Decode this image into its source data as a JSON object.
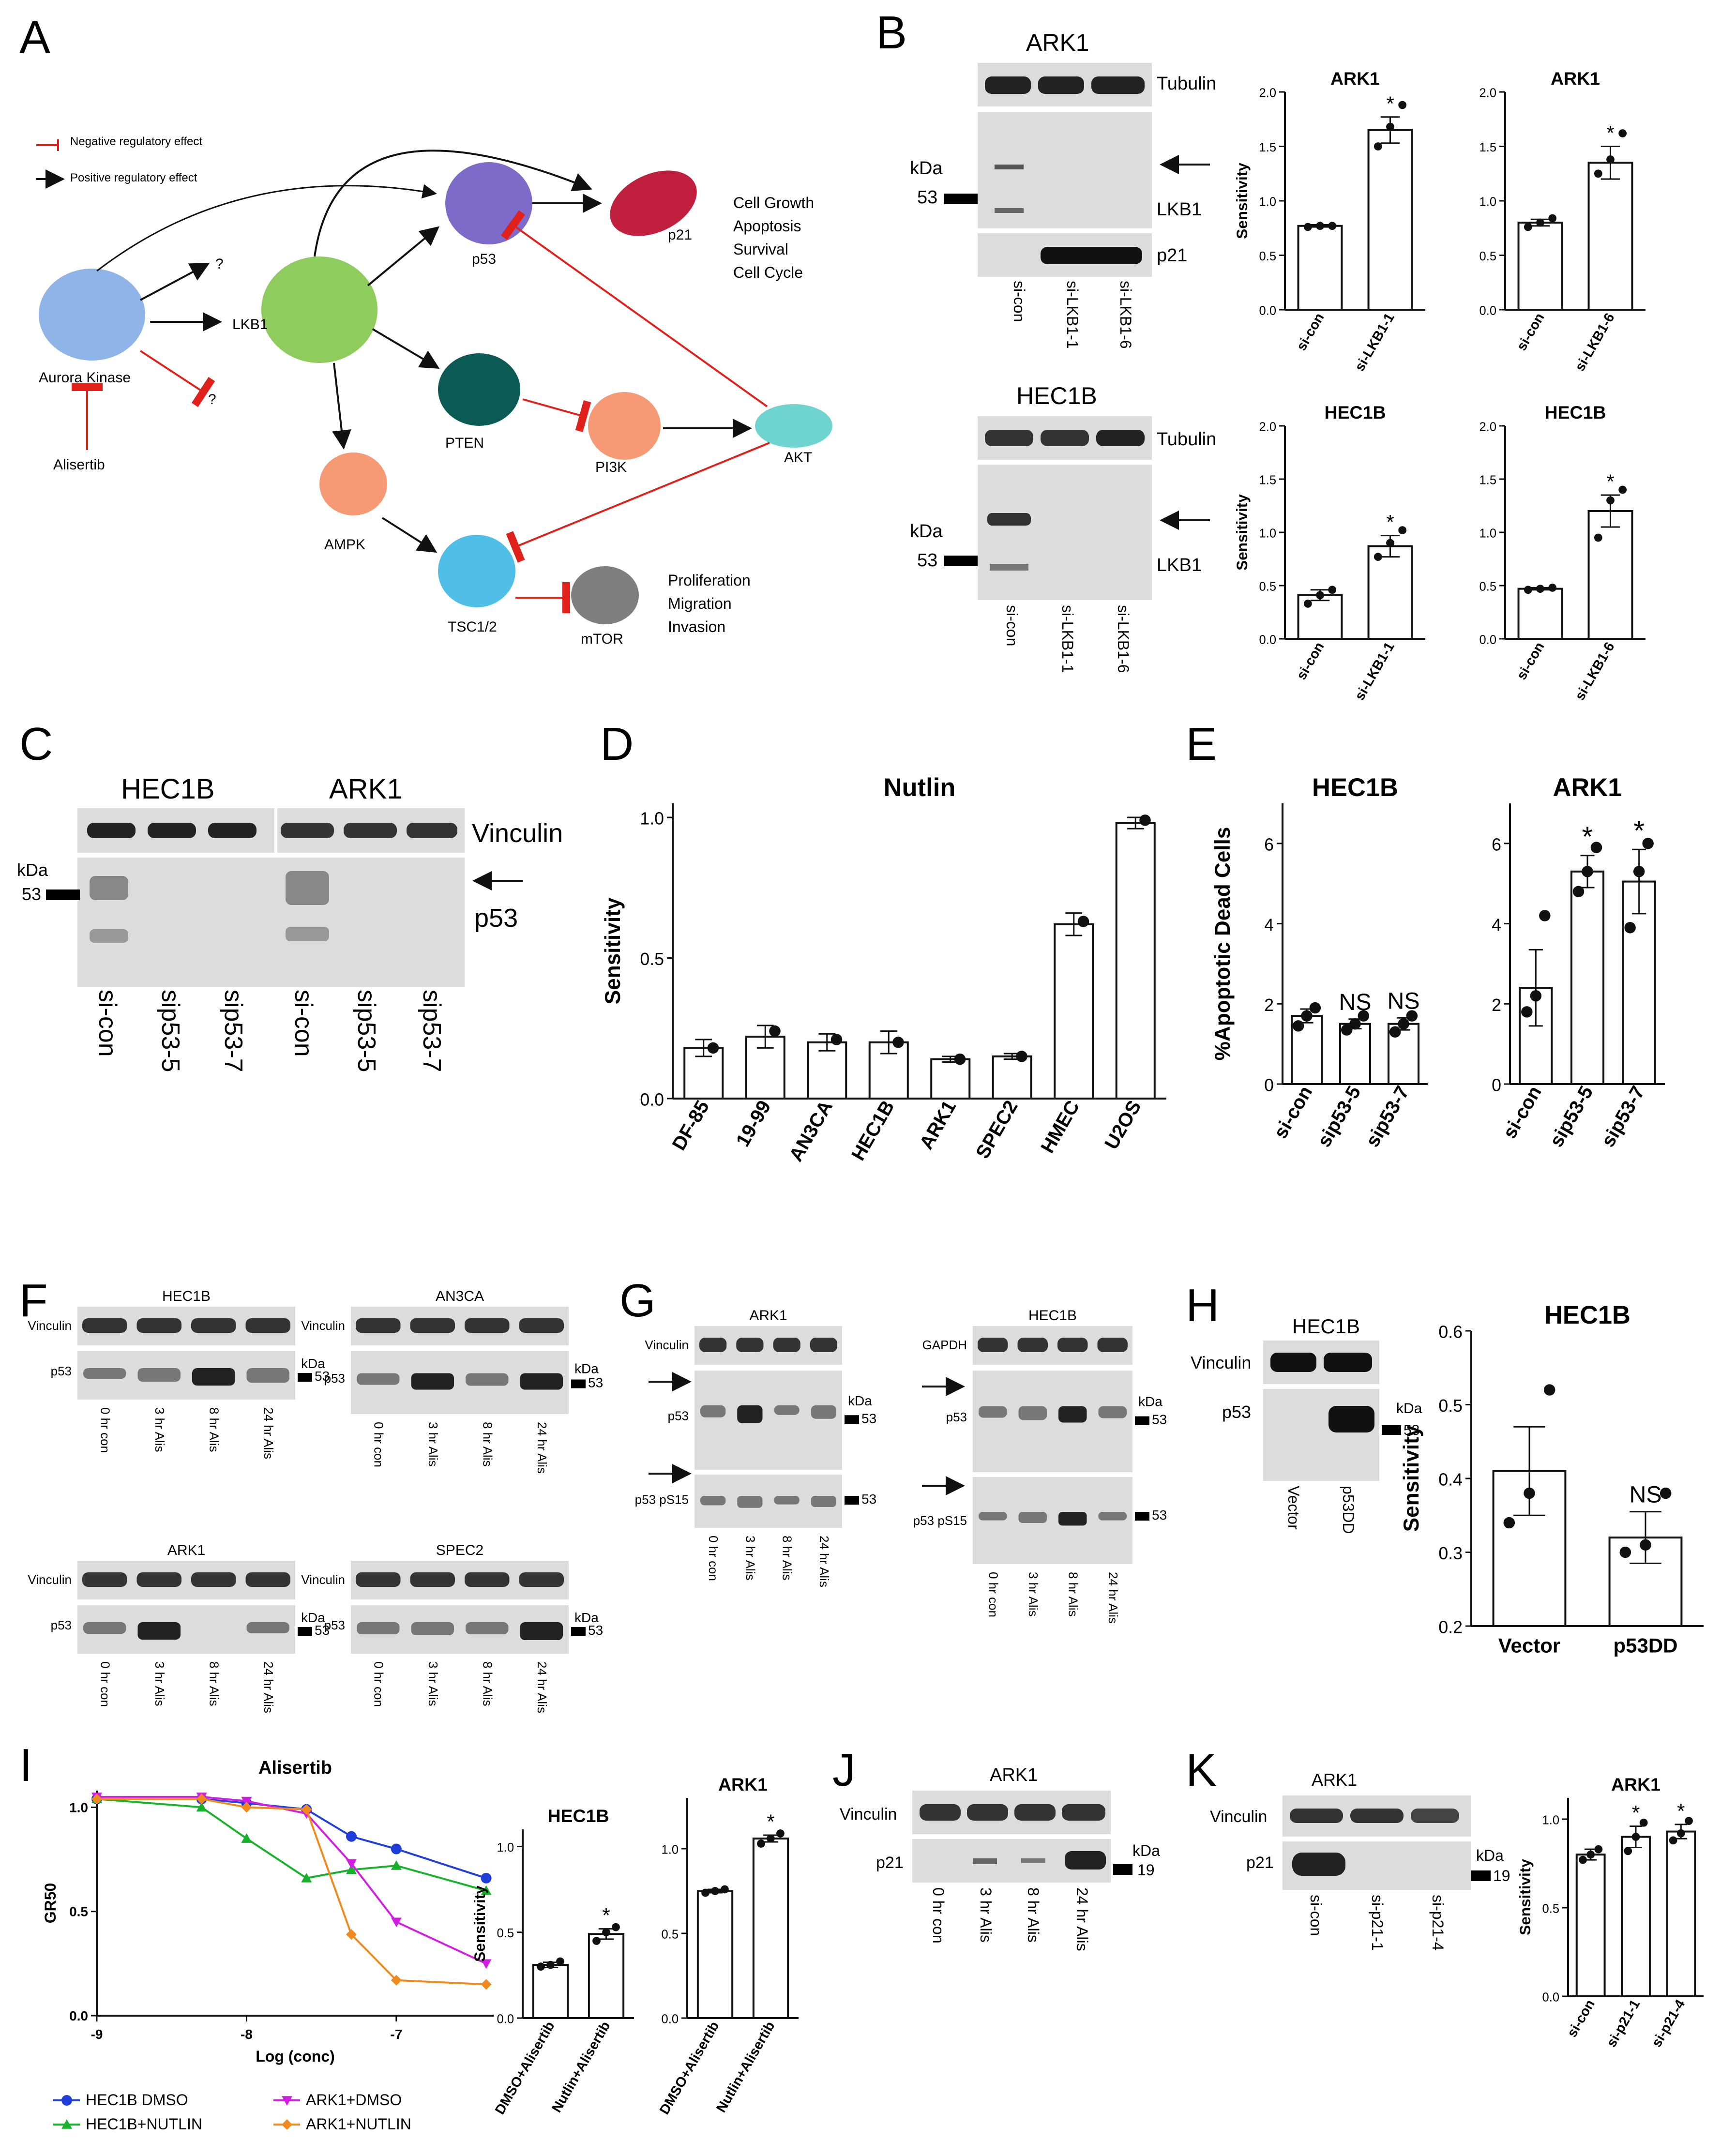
{
  "panel_letters": [
    "A",
    "B",
    "C",
    "D",
    "E",
    "F",
    "G",
    "H",
    "I",
    "J",
    "K"
  ],
  "A": {
    "legend_neg": "Negative regulatory effect",
    "legend_pos": "Positive regulatory effect",
    "nodes": {
      "aurora": "Aurora Kinase",
      "alisertib": "Alisertib",
      "lkb1": "LKB1",
      "p53": "p53",
      "p21": "p21",
      "pten": "PTEN",
      "pi3k": "PI3K",
      "akt": "AKT",
      "ampk": "AMPK",
      "tsc": "TSC1/2",
      "mtor": "mTOR",
      "q1": "?",
      "q2": "?"
    },
    "outcome1": [
      "Cell Growth",
      "Apoptosis",
      "Survival",
      "Cell Cycle"
    ],
    "outcome2": [
      "Proliferation",
      "Migration",
      "Invasion"
    ],
    "colors": {
      "aurora": "#8fb4e8",
      "lkb1": "#8fcc5e",
      "p53": "#7e6ac8",
      "p21": "#c0203e",
      "pten": "#0b5a55",
      "pi3k": "#f59a74",
      "akt": "#6fd3cf",
      "ampk": "#f59a74",
      "tsc": "#4fbfe8",
      "mtor": "#7f7f7f",
      "inhibit": "#e0201a"
    }
  },
  "B": {
    "ark1_title": "ARK1",
    "hec1b_title": "HEC1B",
    "bands": {
      "tubulin": "Tubulin",
      "lkb1": "LKB1",
      "p21": "p21"
    },
    "kda": "kDa",
    "mw": "53",
    "lanes": [
      "si-con",
      "si-LKB1-1",
      "si-LKB1-6"
    ]
  },
  "C": {
    "titles": [
      "HEC1B",
      "ARK1"
    ],
    "bands": {
      "vinculin": "Vinculin",
      "p53": "p53"
    },
    "kda": "kDa",
    "mw": "53",
    "lanes": [
      "si-con",
      "sip53-5",
      "sip53-7"
    ]
  },
  "F": {
    "blots": [
      "HEC1B",
      "AN3CA",
      "ARK1",
      "SPEC2"
    ],
    "bands": {
      "vinculin": "Vinculin",
      "p53": "p53"
    },
    "kda": "kDa",
    "mw": "53",
    "lanes": [
      "0 hr con",
      "3 hr Alis",
      "8 hr Alis",
      "24 hr Alis"
    ]
  },
  "G": {
    "blots": [
      "ARK1",
      "HEC1B"
    ],
    "loading": [
      "Vinculin",
      "GAPDH"
    ],
    "bands": {
      "p53": "p53",
      "ps15": "p53 pS15"
    },
    "kda": "kDa",
    "mw": "53",
    "lanes": [
      "0 hr con",
      "3 hr Alis",
      "8 hr Alis",
      "24 hr Alis"
    ]
  },
  "H": {
    "blot_title": "HEC1B",
    "bands": {
      "vinculin": "Vinculin",
      "p53": "p53"
    },
    "kda": "kDa",
    "mw": "53",
    "lanes": [
      "Vector",
      "p53DD"
    ]
  },
  "J": {
    "blot_title": "ARK1",
    "bands": {
      "vinculin": "Vinculin",
      "p21": "p21"
    },
    "kda": "kDa",
    "mw": "19",
    "lanes": [
      "0 hr con",
      "3 hr Alis",
      "8 hr Alis",
      "24 hr Alis"
    ]
  },
  "K": {
    "blot_title": "ARK1",
    "bands": {
      "vinculin": "Vinculin",
      "p21": "p21"
    },
    "kda": "kDa",
    "mw": "19",
    "lanes": [
      "si-con",
      "si-p21-1",
      "si-p21-4"
    ]
  },
  "chart_data": [
    {
      "id": "B1",
      "type": "bar",
      "title": "ARK1",
      "ylabel": "Sensitivity",
      "categories": [
        "si-con",
        "si-LKB1-1"
      ],
      "values": [
        0.77,
        1.65
      ],
      "err": [
        0.01,
        0.12
      ],
      "points": [
        [
          0.76,
          0.77,
          0.77
        ],
        [
          1.5,
          1.68,
          1.88
        ]
      ],
      "ylim": [
        0,
        2
      ],
      "ticks": [
        0,
        0.5,
        1,
        1.5,
        2
      ],
      "tick_labels": [
        "0.0",
        "0.5",
        "1.0",
        "1.5",
        "2.0"
      ],
      "annotations": [
        "",
        "*"
      ]
    },
    {
      "id": "B2",
      "type": "bar",
      "title": "ARK1",
      "ylabel": "",
      "categories": [
        "si-con",
        "si-LKB1-6"
      ],
      "values": [
        0.8,
        1.35
      ],
      "err": [
        0.03,
        0.15
      ],
      "points": [
        [
          0.76,
          0.8,
          0.84
        ],
        [
          1.25,
          1.38,
          1.62
        ]
      ],
      "ylim": [
        0,
        2
      ],
      "ticks": [
        0,
        0.5,
        1,
        1.5,
        2
      ],
      "tick_labels": [
        "0.0",
        "0.5",
        "1.0",
        "1.5",
        "2.0"
      ],
      "annotations": [
        "",
        "*"
      ]
    },
    {
      "id": "B3",
      "type": "bar",
      "title": "HEC1B",
      "ylabel": "Sensitivity",
      "categories": [
        "si-con",
        "si-LKB1-1"
      ],
      "values": [
        0.41,
        0.87
      ],
      "err": [
        0.05,
        0.1
      ],
      "points": [
        [
          0.33,
          0.41,
          0.46
        ],
        [
          0.77,
          0.9,
          1.02
        ]
      ],
      "ylim": [
        0,
        2
      ],
      "ticks": [
        0,
        0.5,
        1,
        1.5,
        2
      ],
      "tick_labels": [
        "0.0",
        "0.5",
        "1.0",
        "1.5",
        "2.0"
      ],
      "annotations": [
        "",
        "*"
      ]
    },
    {
      "id": "B4",
      "type": "bar",
      "title": "HEC1B",
      "ylabel": "",
      "categories": [
        "si-con",
        "si-LKB1-6"
      ],
      "values": [
        0.47,
        1.2
      ],
      "err": [
        0.01,
        0.15
      ],
      "points": [
        [
          0.46,
          0.47,
          0.48
        ],
        [
          0.95,
          1.3,
          1.4
        ]
      ],
      "ylim": [
        0,
        2
      ],
      "ticks": [
        0,
        0.5,
        1,
        1.5,
        2
      ],
      "tick_labels": [
        "0.0",
        "0.5",
        "1.0",
        "1.5",
        "2.0"
      ],
      "annotations": [
        "",
        "*"
      ]
    },
    {
      "id": "D",
      "type": "bar",
      "title": "Nutlin",
      "ylabel": "Sensitivity",
      "categories": [
        "DF-85",
        "19-99",
        "AN3CA",
        "HEC1B",
        "ARK1",
        "SPEC2",
        "HMEC",
        "U2OS"
      ],
      "values": [
        0.18,
        0.22,
        0.2,
        0.2,
        0.14,
        0.15,
        0.62,
        0.98
      ],
      "err": [
        0.03,
        0.04,
        0.03,
        0.04,
        0.01,
        0.01,
        0.04,
        0.02
      ],
      "points": [
        [
          0.18
        ],
        [
          0.24
        ],
        [
          0.21
        ],
        [
          0.2
        ],
        [
          0.14
        ],
        [
          0.15
        ],
        [
          0.63
        ],
        [
          0.99
        ]
      ],
      "ylim": [
        0,
        1.05
      ],
      "ticks": [
        0,
        0.5,
        1
      ],
      "tick_labels": [
        "0.0",
        "0.5",
        "1.0"
      ],
      "annotations": [
        "",
        "",
        "",
        "",
        "",
        "",
        "",
        ""
      ]
    },
    {
      "id": "E1",
      "type": "bar",
      "title": "HEC1B",
      "ylabel": "%Apoptotic Dead Cells",
      "categories": [
        "si-con",
        "sip53-5",
        "sip53-7"
      ],
      "values": [
        1.7,
        1.5,
        1.5
      ],
      "err": [
        0.17,
        0.12,
        0.15
      ],
      "points": [
        [
          1.45,
          1.7,
          1.9
        ],
        [
          1.35,
          1.5,
          1.7
        ],
        [
          1.3,
          1.5,
          1.7
        ]
      ],
      "ylim": [
        0,
        7
      ],
      "ticks": [
        0,
        2,
        4,
        6
      ],
      "tick_labels": [
        "0",
        "2",
        "4",
        "6"
      ],
      "annotations": [
        "",
        "NS",
        "NS"
      ]
    },
    {
      "id": "E2",
      "type": "bar",
      "title": "ARK1",
      "ylabel": "",
      "categories": [
        "si-con",
        "sip53-5",
        "sip53-7"
      ],
      "values": [
        2.4,
        5.3,
        5.05
      ],
      "err": [
        0.95,
        0.4,
        0.8
      ],
      "points": [
        [
          1.8,
          2.2,
          4.2
        ],
        [
          4.8,
          5.3,
          5.9
        ],
        [
          3.9,
          5.3,
          6.0
        ]
      ],
      "ylim": [
        0,
        7
      ],
      "ticks": [
        0,
        2,
        4,
        6
      ],
      "tick_labels": [
        "0",
        "2",
        "4",
        "6"
      ],
      "annotations": [
        "",
        "*",
        "*"
      ]
    },
    {
      "id": "H",
      "type": "bar",
      "title": "HEC1B",
      "ylabel": "Sensitivity",
      "categories": [
        "Vector",
        "p53DD"
      ],
      "values": [
        0.41,
        0.32
      ],
      "err": [
        0.06,
        0.035
      ],
      "points": [
        [
          0.34,
          0.38,
          0.52
        ],
        [
          0.3,
          0.31,
          0.38
        ]
      ],
      "ylim": [
        0.2,
        0.6
      ],
      "ticks": [
        0.2,
        0.3,
        0.4,
        0.5,
        0.6
      ],
      "tick_labels": [
        "0.2",
        "0.3",
        "0.4",
        "0.5",
        "0.6"
      ],
      "annotations": [
        "",
        "NS"
      ]
    },
    {
      "id": "I1",
      "type": "line",
      "title": "Alisertib",
      "xlabel": "Log (conc)",
      "ylabel": "GR50",
      "xlim": [
        -9,
        -6.35
      ],
      "ylim": [
        0,
        1.08
      ],
      "xticks": [
        -9,
        -8,
        -7
      ],
      "xtick_labels": [
        "-9",
        "-8",
        "-7"
      ],
      "yticks": [
        0,
        0.5,
        1
      ],
      "ytick_labels": [
        "0.0",
        "0.5",
        "1.0"
      ],
      "x": [
        -9,
        -8.3,
        -8,
        -7.6,
        -7.3,
        -7,
        -6.4
      ],
      "series": [
        {
          "name": "HEC1B DMSO",
          "color": "#1f3fd8",
          "marker": "circle",
          "values": [
            1.04,
            1.04,
            1.02,
            0.99,
            0.86,
            0.8,
            0.66
          ]
        },
        {
          "name": "HEC1B+NUTLIN",
          "color": "#18b22a",
          "marker": "triangle-up",
          "values": [
            1.04,
            1.0,
            0.85,
            0.66,
            0.7,
            0.72,
            0.6
          ]
        },
        {
          "name": "ARK1+DMSO",
          "color": "#d21ee0",
          "marker": "triangle-down",
          "values": [
            1.05,
            1.05,
            1.03,
            0.97,
            0.73,
            0.45,
            0.25
          ]
        },
        {
          "name": "ARK1+NUTLIN",
          "color": "#f0891e",
          "marker": "diamond",
          "values": [
            1.04,
            1.04,
            1.0,
            0.99,
            0.39,
            0.17,
            0.15
          ]
        }
      ]
    },
    {
      "id": "I2",
      "type": "bar",
      "title": "HEC1B",
      "ylabel": "Sensitivity",
      "categories": [
        "DMSO+Alisertib",
        "Nutlin+Alisertib"
      ],
      "values": [
        0.31,
        0.49
      ],
      "err": [
        0.015,
        0.03
      ],
      "points": [
        [
          0.3,
          0.31,
          0.33
        ],
        [
          0.45,
          0.5,
          0.53
        ]
      ],
      "ylim": [
        0,
        1.1
      ],
      "ticks": [
        0,
        0.5,
        1
      ],
      "tick_labels": [
        "0.0",
        "0.5",
        "1.0"
      ],
      "annotations": [
        "",
        "*"
      ]
    },
    {
      "id": "I3",
      "type": "bar",
      "title": "ARK1",
      "ylabel": "",
      "categories": [
        "DMSO+Alisertib",
        "Nutlin+Alisertib"
      ],
      "values": [
        0.75,
        1.06
      ],
      "err": [
        0.01,
        0.02
      ],
      "points": [
        [
          0.74,
          0.75,
          0.76
        ],
        [
          1.03,
          1.06,
          1.09
        ]
      ],
      "ylim": [
        0,
        1.3
      ],
      "ticks": [
        0,
        0.5,
        1
      ],
      "tick_labels": [
        "0.0",
        "0.5",
        "1.0"
      ],
      "annotations": [
        "",
        "*"
      ]
    },
    {
      "id": "K",
      "type": "bar",
      "title": "ARK1",
      "ylabel": "Sensitivity",
      "categories": [
        "si-con",
        "si-p21-1",
        "si-p21-4"
      ],
      "values": [
        0.8,
        0.9,
        0.93
      ],
      "err": [
        0.03,
        0.06,
        0.04
      ],
      "points": [
        [
          0.77,
          0.8,
          0.83
        ],
        [
          0.82,
          0.9,
          0.98
        ],
        [
          0.88,
          0.92,
          0.99
        ]
      ],
      "ylim": [
        0,
        1.12
      ],
      "ticks": [
        0,
        0.5,
        1
      ],
      "tick_labels": [
        "0.0",
        "0.5",
        "1.0"
      ],
      "annotations": [
        "",
        "*",
        "*"
      ]
    }
  ]
}
